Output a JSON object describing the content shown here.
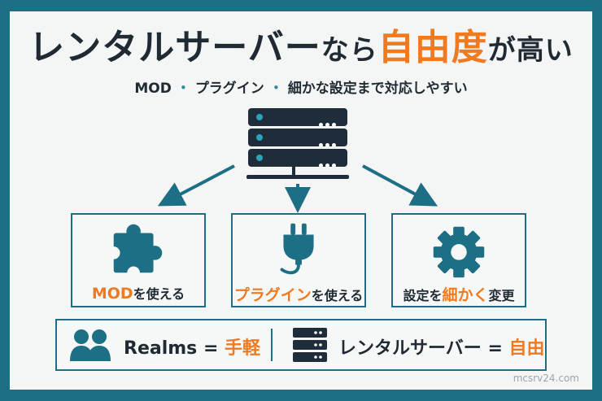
{
  "title": {
    "part1": "レンタルサーバー",
    "part2": "なら",
    "part3": "自由度",
    "part4": "が高い"
  },
  "subtitle": {
    "item1": "MOD",
    "sep1": "・",
    "item2": "プラグイン",
    "sep2": "・",
    "item3": "細かな設定まで対応しやすい"
  },
  "cards": [
    {
      "icon": "puzzle-icon",
      "accent": "MOD",
      "text": "を使える"
    },
    {
      "icon": "plug-icon",
      "accent": "プラグイン",
      "text": "を使える"
    },
    {
      "icon": "gear-icon",
      "prefix": "設定を",
      "accent": "細かく",
      "text": "変更"
    }
  ],
  "comparison": {
    "left": {
      "icon": "people-icon",
      "name": "Realms",
      "eq": " = ",
      "value": "手軽"
    },
    "right": {
      "icon": "server-icon",
      "name": "レンタルサーバー",
      "eq": " = ",
      "value": "自由"
    }
  },
  "watermark": "mcsrv24.com",
  "colors": {
    "frame": "#1c6f85",
    "accent": "#ef7a1f",
    "dark": "#1f2d3a"
  }
}
